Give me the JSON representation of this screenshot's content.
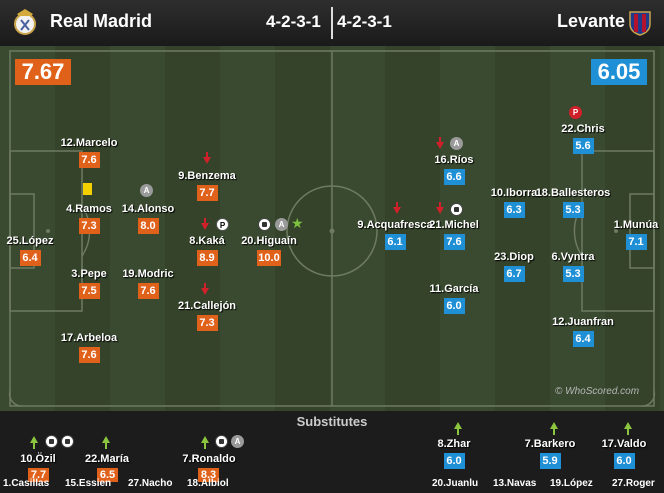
{
  "home": {
    "name": "Real Madrid",
    "formation": "4-2-3-1",
    "rating": "7.67"
  },
  "away": {
    "name": "Levante",
    "formation": "4-2-3-1",
    "rating": "6.05"
  },
  "home_players": [
    {
      "label": "12.Marcelo",
      "rating": "7.6"
    },
    {
      "label": "4.Ramos",
      "rating": "7.3"
    },
    {
      "label": "14.Alonso",
      "rating": "8.0"
    },
    {
      "label": "25.López",
      "rating": "6.4"
    },
    {
      "label": "3.Pepe",
      "rating": "7.5"
    },
    {
      "label": "19.Modric",
      "rating": "7.6"
    },
    {
      "label": "17.Arbeloa",
      "rating": "7.6"
    },
    {
      "label": "9.Benzema",
      "rating": "7.7"
    },
    {
      "label": "8.Kaká",
      "rating": "8.9"
    },
    {
      "label": "20.Higuaín",
      "rating": "10.0"
    },
    {
      "label": "21.Callejón",
      "rating": "7.3"
    }
  ],
  "away_players": [
    {
      "label": "22.Chris",
      "rating": "5.6"
    },
    {
      "label": "16.Ríos",
      "rating": "6.6"
    },
    {
      "label": "10.Iborra",
      "rating": "6.3"
    },
    {
      "label": "18.Ballesteros",
      "rating": "5.3"
    },
    {
      "label": "9.Acquafresca",
      "rating": "6.1"
    },
    {
      "label": "21.Michel",
      "rating": "7.6"
    },
    {
      "label": "1.Munúa",
      "rating": "7.1"
    },
    {
      "label": "23.Diop",
      "rating": "6.7"
    },
    {
      "label": "6.Vyntra",
      "rating": "5.3"
    },
    {
      "label": "11.García",
      "rating": "6.0"
    },
    {
      "label": "12.Juanfran",
      "rating": "6.4"
    }
  ],
  "icons": {
    "assist": "A",
    "penalty": "P"
  },
  "substitutes_label": "Substitutes",
  "watermark": "© WhoScored.com",
  "home_subs": [
    {
      "label": "10.Özil",
      "rating": "7.7"
    },
    {
      "label": "22.María",
      "rating": "6.5"
    },
    {
      "label": "7.Ronaldo",
      "rating": "8.3"
    }
  ],
  "away_subs": [
    {
      "label": "8.Zhar",
      "rating": "6.0"
    },
    {
      "label": "7.Barkero",
      "rating": "5.9"
    },
    {
      "label": "17.Valdo",
      "rating": "6.0"
    }
  ],
  "home_unused": [
    "1.Casillas",
    "15.Essien",
    "27.Nacho",
    "18.Albiol"
  ],
  "away_unused": [
    "20.Juanlu",
    "13.Navas",
    "19.López",
    "27.Roger"
  ],
  "colors": {
    "home": "#e0611a",
    "away": "#1f8fd6",
    "pitch": "#3a4a30",
    "sub_arrow": "#8cc63f",
    "off_arrow": "#d0202a"
  }
}
